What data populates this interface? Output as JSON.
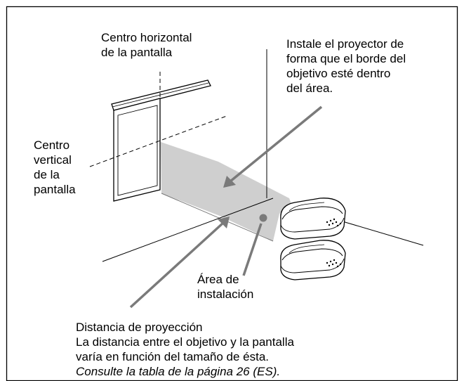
{
  "labels": {
    "horizontal_center": [
      "Centro horizontal",
      "de la pantalla"
    ],
    "install_note": [
      "Instale el proyector de",
      "forma que el borde del",
      "objetivo esté dentro",
      "del área."
    ],
    "vertical_center": [
      "Centro",
      "vertical",
      "de la",
      "pantalla"
    ],
    "install_area": [
      "Área de",
      "instalación"
    ],
    "distance": {
      "title": "Distancia de proyección",
      "line1": "La distancia entre el objetivo y la pantalla",
      "line2": "varía en función del tamaño de ésta.",
      "reference": "Consulte la tabla de la página 26 (ES)."
    }
  },
  "colors": {
    "area_fill": "#cfcfcf",
    "arrow": "#7a7a7a",
    "line": "#000000",
    "screen_fill": "#ffffff"
  }
}
